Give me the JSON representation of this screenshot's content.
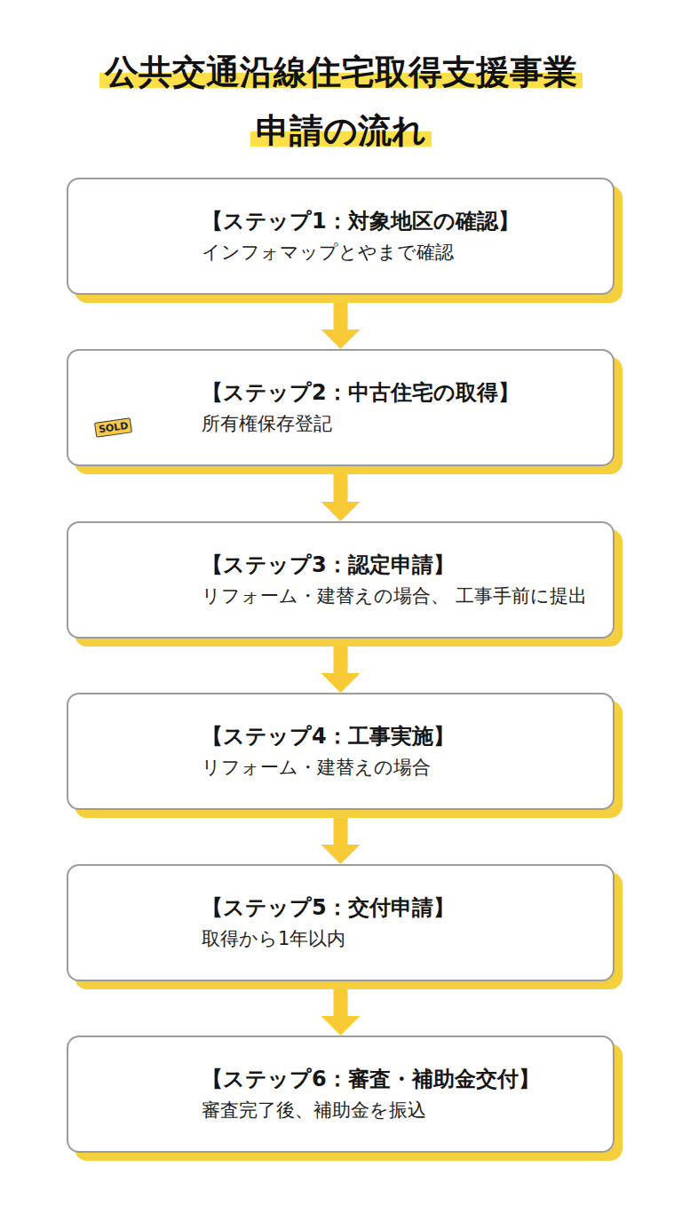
{
  "diagram": {
    "title": "公共交通沿線住宅取得支援事業 申請の流れ",
    "nodes": [
      {
        "text": [
          "【ステップ1：対象地区の確認】",
          "インフォマップとやまで確認"
        ]
      },
      {
        "text": [
          "【ステップ2：中古住宅の取得】",
          "所有権保存登記"
        ]
      },
      {
        "text": [
          "【ステップ3：認定申請】",
          "リフォーム・建替えの場合、 工事手前に提出"
        ]
      },
      {
        "text": [
          "【ステップ4：工事実施】",
          "リフォーム・建替えの場合"
        ]
      },
      {
        "text": [
          "【ステップ5：交付申請】",
          "取得から1年以内"
        ]
      },
      {
        "text": [
          "【ステップ6：審査・補助金交付】",
          "審査完了後、補助金を振込"
        ]
      }
    ],
    "edges": [
      {
        "from": 0,
        "to": 1,
        "arrow": "to"
      },
      {
        "from": 1,
        "to": 2,
        "arrow": "to"
      },
      {
        "from": 2,
        "to": 3,
        "arrow": "to"
      },
      {
        "from": 3,
        "to": 4,
        "arrow": "to"
      },
      {
        "from": 4,
        "to": 5,
        "arrow": "to"
      }
    ],
    "labels": [
      "SOLD"
    ]
  }
}
